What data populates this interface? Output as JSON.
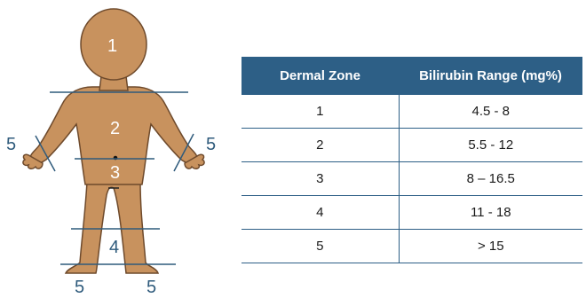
{
  "figure": {
    "zone_labels": {
      "head": "1",
      "chest": "2",
      "abdomen": "3",
      "legs": "4",
      "hand_left": "5",
      "hand_right": "5",
      "foot_left": "5",
      "foot_right": "5"
    },
    "colors": {
      "skin": "#c8925e",
      "outline": "#6e4a2c",
      "line": "#2f5b7c"
    }
  },
  "table": {
    "headers": [
      "Dermal Zone",
      "Bilirubin Range (mg%)"
    ],
    "rows": [
      {
        "zone": "1",
        "range": "4.5 - 8"
      },
      {
        "zone": "2",
        "range": "5.5 - 12"
      },
      {
        "zone": "3",
        "range": "8 – 16.5"
      },
      {
        "zone": "4",
        "range": "11 - 18"
      },
      {
        "zone": "5",
        "range": "> 15"
      }
    ],
    "header_color": "#2d5f86"
  }
}
